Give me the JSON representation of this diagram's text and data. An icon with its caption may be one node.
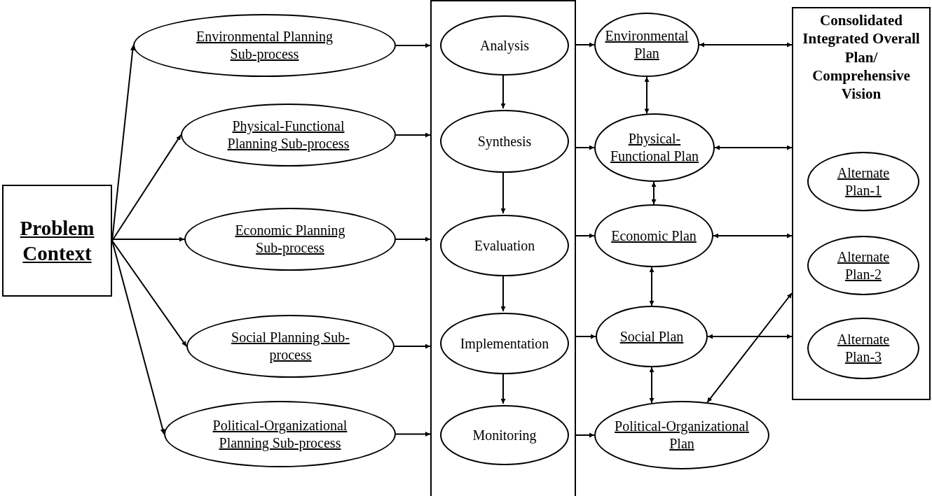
{
  "diagram": {
    "nodes": [
      {
        "text": [
          "Problem Context"
        ]
      },
      {
        "text": [
          "Environmental Planning Sub-process"
        ]
      },
      {
        "text": [
          "Physical-Functional Planning Sub-process"
        ]
      },
      {
        "text": [
          "Economic Planning Sub-process"
        ]
      },
      {
        "text": [
          "Social Planning Sub-process"
        ]
      },
      {
        "text": [
          "Political-Organizational Planning Sub-process"
        ]
      },
      {
        "text": [],
        "shape": "box"
      },
      {
        "text": [
          "Analysis"
        ],
        "in": 6
      },
      {
        "text": [
          "Synthesis"
        ],
        "in": 6
      },
      {
        "text": [
          "Evaluation"
        ],
        "in": 6
      },
      {
        "text": [
          "Implementation"
        ],
        "in": 6
      },
      {
        "text": [
          "Monitoring"
        ],
        "in": 6
      },
      {
        "text": [
          "Environmental Plan"
        ]
      },
      {
        "text": [
          "Physical-Functional Plan"
        ]
      },
      {
        "text": [
          "Economic Plan"
        ]
      },
      {
        "text": [
          "Social Plan"
        ]
      },
      {
        "text": [
          "Political-Organizational Plan"
        ]
      },
      {
        "text": [
          "Consolidated Integrated Overall Plan/ Comprehensive Vision"
        ]
      },
      {
        "text": [
          "Alternate Plan-1"
        ],
        "in": 17
      },
      {
        "text": [
          "Alternate Plan-2"
        ],
        "in": 17
      },
      {
        "text": [
          "Alternate Plan-3"
        ],
        "in": 17
      }
    ],
    "edges": [
      {
        "from": 0,
        "to": 1,
        "arrow": "to"
      },
      {
        "from": 0,
        "to": 2,
        "arrow": "to"
      },
      {
        "from": 0,
        "to": 3,
        "arrow": "to"
      },
      {
        "from": 0,
        "to": 4,
        "arrow": "to"
      },
      {
        "from": 0,
        "to": 5,
        "arrow": "to"
      },
      {
        "from": 1,
        "to": 6,
        "arrow": "to"
      },
      {
        "from": 2,
        "to": 6,
        "arrow": "to"
      },
      {
        "from": 3,
        "to": 6,
        "arrow": "to"
      },
      {
        "from": 4,
        "to": 6,
        "arrow": "to"
      },
      {
        "from": 5,
        "to": 6,
        "arrow": "to"
      },
      {
        "from": 7,
        "to": 8,
        "arrow": "to"
      },
      {
        "from": 8,
        "to": 9,
        "arrow": "to"
      },
      {
        "from": 9,
        "to": 10,
        "arrow": "to"
      },
      {
        "from": 10,
        "to": 11,
        "arrow": "to"
      },
      {
        "from": 6,
        "to": 12,
        "arrow": "to"
      },
      {
        "from": 6,
        "to": 13,
        "arrow": "to"
      },
      {
        "from": 6,
        "to": 14,
        "arrow": "to"
      },
      {
        "from": 6,
        "to": 15,
        "arrow": "to"
      },
      {
        "from": 6,
        "to": 16,
        "arrow": "to"
      },
      {
        "from": 12,
        "to": 13,
        "arrow": "both"
      },
      {
        "from": 13,
        "to": 14,
        "arrow": "both"
      },
      {
        "from": 14,
        "to": 15,
        "arrow": "both"
      },
      {
        "from": 15,
        "to": 16,
        "arrow": "both"
      },
      {
        "from": 12,
        "to": 17,
        "arrow": "both"
      },
      {
        "from": 13,
        "to": 17,
        "arrow": "both"
      },
      {
        "from": 14,
        "to": 17,
        "arrow": "both"
      },
      {
        "from": 15,
        "to": 17,
        "arrow": "both"
      },
      {
        "from": 16,
        "to": 17,
        "arrow": "both"
      }
    ]
  }
}
